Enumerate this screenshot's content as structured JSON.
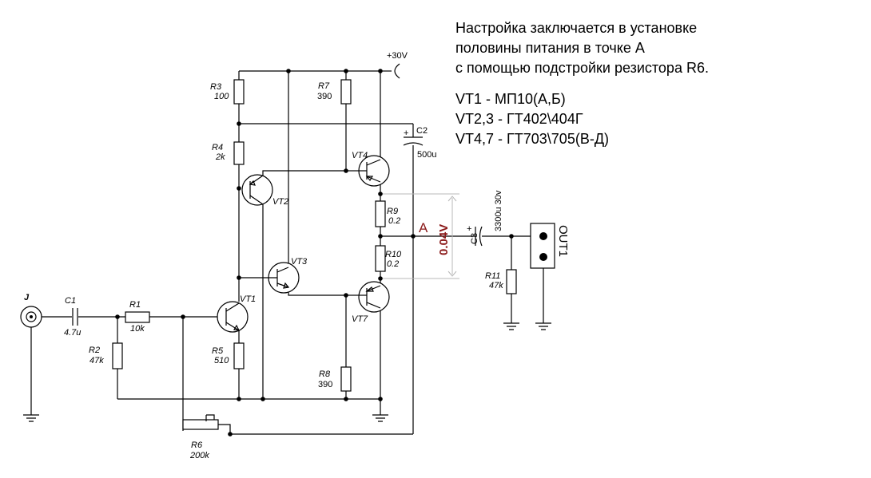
{
  "notes": [
    "Настройка заключается в установке",
    "половины питания в точке А",
    "с помощью подстройки резистора R6.",
    "VT1 - МП10(А,Б)",
    "VT2,3 - ГТ402\\404Г",
    "VT4,7 - ГТ703\\705(В-Д)"
  ],
  "supply": "+30V",
  "components": {
    "J": "J",
    "C1": {
      "ref": "C1",
      "value": "4.7u"
    },
    "R1": {
      "ref": "R1",
      "value": "10k"
    },
    "R2": {
      "ref": "R2",
      "value": "47k"
    },
    "R3": {
      "ref": "R3",
      "value": "100"
    },
    "R4": {
      "ref": "R4",
      "value": "2k"
    },
    "R5": {
      "ref": "R5",
      "value": "510"
    },
    "R6": {
      "ref": "R6",
      "value": "200k"
    },
    "R7": {
      "ref": "R7",
      "value": "390"
    },
    "R8": {
      "ref": "R8",
      "value": "390"
    },
    "R9": {
      "ref": "R9",
      "value": "0.2"
    },
    "R10": {
      "ref": "R10",
      "value": "0.2"
    },
    "R11": {
      "ref": "R11",
      "value": "47k"
    },
    "C2": {
      "ref": "C2",
      "value": "500u"
    },
    "C3": {
      "ref": "C3",
      "value": "3300u 30v"
    },
    "VT1": "VT1",
    "VT2": "VT2",
    "VT3": "VT3",
    "VT4": "VT4",
    "VT7": "VT7",
    "OUT1": "OUT1"
  },
  "point_a": "A",
  "voltage": "0.04V",
  "plus_sign": "+"
}
